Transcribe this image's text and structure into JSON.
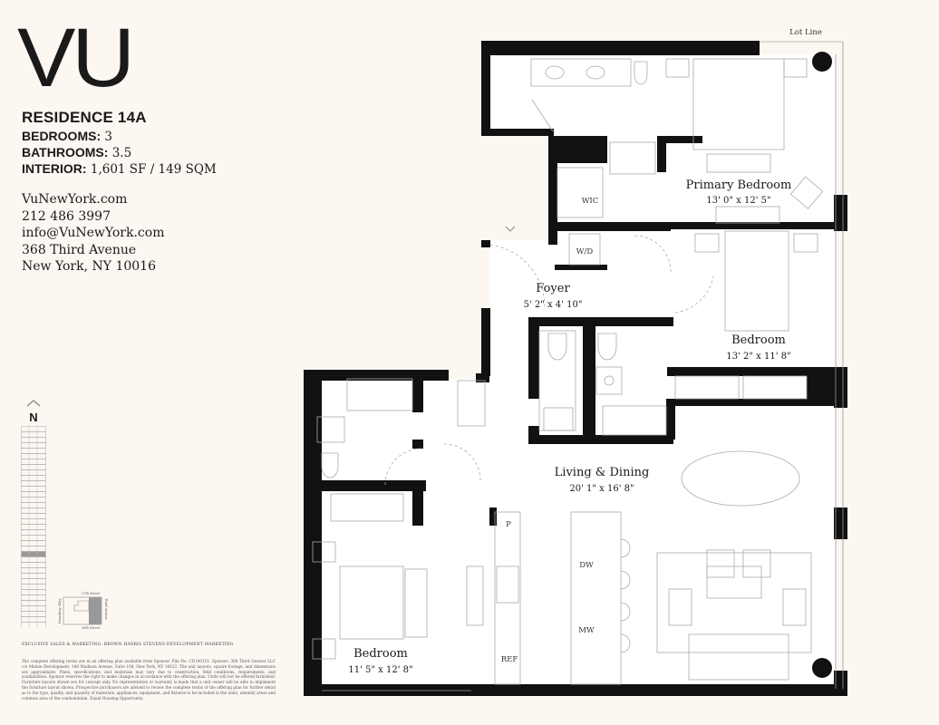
{
  "brand": {
    "logo": "VU"
  },
  "residence": {
    "title": "RESIDENCE 14A",
    "bedrooms_label": "BEDROOMS:",
    "bedrooms": "3",
    "bathrooms_label": "BATHROOMS:",
    "bathrooms": "3.5",
    "interior_label": "INTERIOR:",
    "interior": "1,601 SF / 149 SQM"
  },
  "contact": {
    "website": "VuNewYork.com",
    "phone": "212 486 3997",
    "email": "info@VuNewYork.com",
    "address1": "368 Third Avenue",
    "address2": "New York, NY 10016"
  },
  "compass": {
    "label": "N"
  },
  "keyplan": {
    "north_street": "27th Street",
    "south_street": "26th Street",
    "west_street": "Broadway Alley",
    "east_street": "Third Avenue"
  },
  "footer": {
    "exclusive": "EXCLUSIVE SALES & MARKETING: BROWN HARRIS STEVENS DEVELOPMENT MARKETING",
    "disclaimer": "The complete offering terms are in an offering plan available from Sponsor. File No. CD190151. Sponsor: 368 Third Owners LLC c/o Mintze Development, 140 Madison Avenue, Suite 108, New York, NY 10022. The unit layouts, square footage, and dimensions are approximate. Plans, specifications, and materials may vary due to construction, field conditions, requirements, and availabilities. Sponsor reserves the right to make changes in accordance with the offering plan. Units will not be offered furnished. Furniture layouts shown are for concept only. No representation or warranty is made that a unit owner will be able to implement the furniture layout shown. Prospective purchasers are advised to review the complete terms of the offering plan for further detail as to the type, quality, and quantity of materials, appliances, equipment, and fixtures to be included in the units, amenity areas and common area of the condominium. Equal Housing Opportunity."
  },
  "plan": {
    "lot_line": "Lot Line",
    "rooms": [
      {
        "name": "Primary Bedroom",
        "dims": "13' 0\" x 12' 5\""
      },
      {
        "name": "Bedroom",
        "dims": "13' 2\" x 11' 8\""
      },
      {
        "name": "Foyer",
        "dims": "5' 2\" x 4' 10\""
      },
      {
        "name": "Living & Dining",
        "dims": "20' 1\" x 16' 8\""
      },
      {
        "name": "Bedroom",
        "dims": "11' 5\" x 12' 8\""
      }
    ],
    "fixtures": {
      "wic": "WIC",
      "wd": "W/D",
      "dw": "DW",
      "mw": "MW",
      "ref": "REF",
      "pantry": "P"
    }
  }
}
